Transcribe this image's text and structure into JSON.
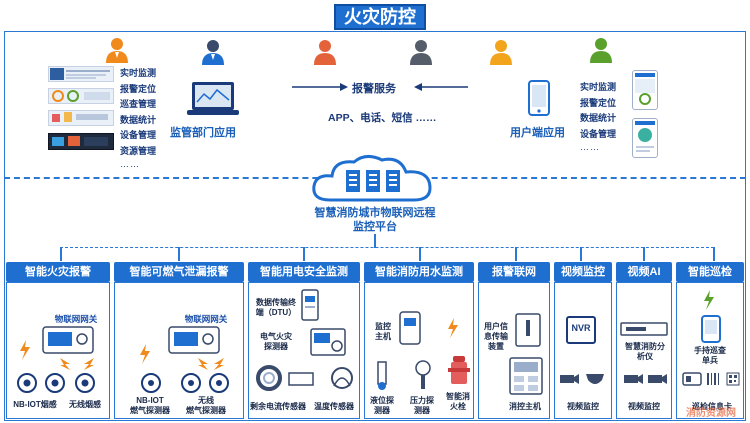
{
  "title": "火灾防控",
  "left_menu": [
    "实时监测",
    "报警定位",
    "巡查管理",
    "数据统计",
    "设备管理",
    "资源管理",
    "……"
  ],
  "right_menu": [
    "实时监测",
    "报警定位",
    "数据统计",
    "设备管理",
    "……"
  ],
  "supervision_app": "监管部门应用",
  "user_app": "用户端应用",
  "alarm_service": "报警服务",
  "channels": "APP、电话、短信  ……",
  "platform": [
    "智慧消防城市物联网远程",
    "监控平台"
  ],
  "sections": [
    {
      "title": "智能火灾报警",
      "items": {
        "gateway": "物联网网关",
        "smoke": "NB-IOT烟感",
        "wsmoke": "无线烟感"
      }
    },
    {
      "title": "智能可燃气泄漏报警",
      "items": {
        "gateway": "物联网网关",
        "gas": [
          "NB-IOT",
          "燃气探测器"
        ],
        "wgas": [
          "无线",
          "燃气探测器"
        ]
      }
    },
    {
      "title": "智能用电安全监测",
      "items": {
        "dtu": [
          "数据传输终",
          "端（DTU）"
        ],
        "elec": [
          "电气火灾",
          "探测器"
        ],
        "residual": "剩余电流传感器",
        "temp": "温度传感器"
      }
    },
    {
      "title": "智能消防用水监测",
      "items": {
        "host": [
          "监控",
          "主机"
        ],
        "level": [
          "液位探",
          "测器"
        ],
        "pressure": [
          "压力探",
          "测器"
        ],
        "hydrant": [
          "智能消",
          "火栓"
        ]
      }
    },
    {
      "title": "报警联网",
      "items": {
        "device": [
          "用户信",
          "息传输",
          "装置"
        ],
        "host": "消控主机"
      }
    },
    {
      "title": "视频监控",
      "items": {
        "nvr": "NVR",
        "video": "视频监控"
      }
    },
    {
      "title": "视频AI",
      "items": {
        "analyzer": [
          "智慧消防分",
          "析仪"
        ],
        "video": "视频监控"
      }
    },
    {
      "title": "智能巡检",
      "items": {
        "terminal": [
          "手持巡查",
          "单兵"
        ],
        "card": "巡检信息卡"
      }
    }
  ],
  "watermark": "消防资源网",
  "colors": {
    "primary": "#1f6fd1",
    "orange": "#f08a1c",
    "green": "#5aa02c",
    "dark": "#3a4a6a"
  }
}
